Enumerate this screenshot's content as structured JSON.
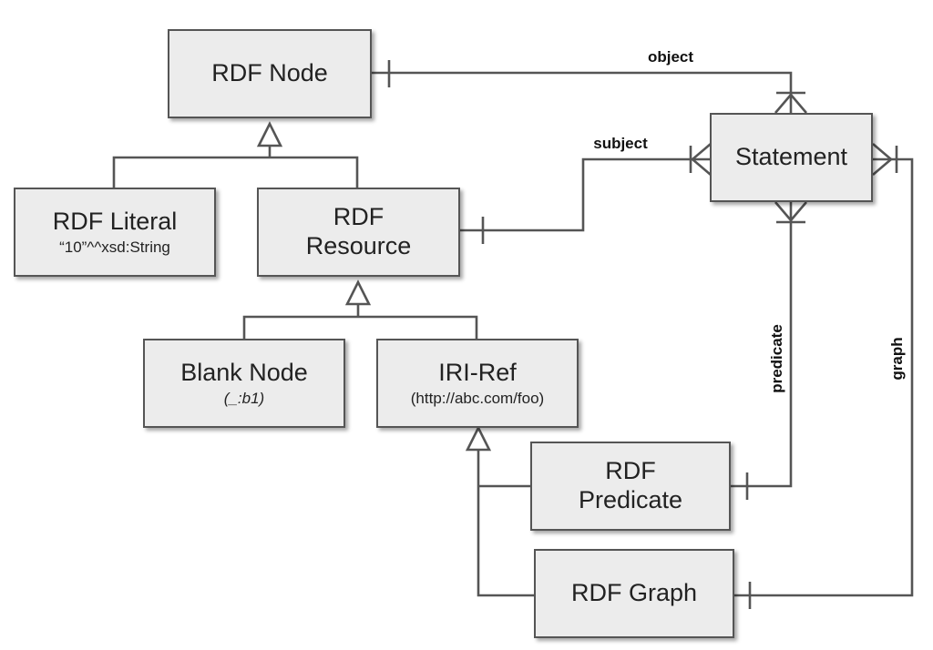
{
  "nodes": {
    "rdf_node": {
      "title": "RDF Node"
    },
    "statement": {
      "title": "Statement"
    },
    "rdf_literal": {
      "title": "RDF Literal",
      "example": "“10”^^xsd:String"
    },
    "rdf_resource": {
      "title": "RDF\nResource"
    },
    "blank_node": {
      "title": "Blank Node",
      "example": "(_:b1)"
    },
    "iri_ref": {
      "title": "IRI-Ref",
      "example": "(http://abc.com/foo)"
    },
    "rdf_predicate": {
      "title": "RDF\nPredicate"
    },
    "rdf_graph": {
      "title": "RDF Graph"
    }
  },
  "relations": {
    "object": "object",
    "subject": "subject",
    "predicate": "predicate",
    "graph": "graph"
  },
  "colors": {
    "box_fill": "#ececec",
    "line": "#555555"
  }
}
